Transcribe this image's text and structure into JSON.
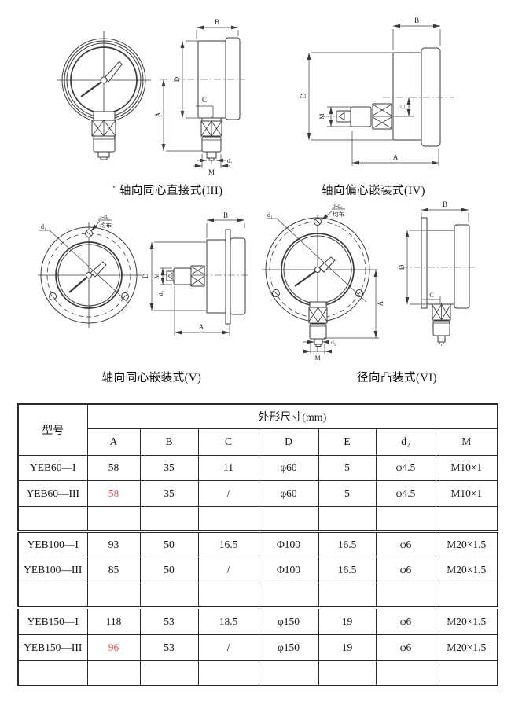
{
  "colors": {
    "line": "#3a3a3a",
    "table_border": "#2a2a2a",
    "highlight_red": "#fa4b4a",
    "background": "#ffffff"
  },
  "drawings": {
    "labels": {
      "A": "A",
      "B": "B",
      "C": "C",
      "D": "D",
      "M": "M",
      "d1": "d₁",
      "d2": "d₂",
      "holes": "3-d₀",
      "evenly": "均布"
    },
    "captions": [
      "` 轴向同心直接式(III)",
      "轴向偏心嵌装式(IV)",
      "轴向同心嵌装式(V)",
      "径向凸装式(VI)"
    ]
  },
  "table": {
    "header": {
      "model": "型号",
      "dims": "外形尺寸(mm)"
    },
    "columns": [
      "A",
      "B",
      "C",
      "D",
      "E",
      "d₂",
      "M"
    ],
    "rows": [
      {
        "model": "YEB60—I",
        "values": [
          "58",
          "35",
          "11",
          "φ60",
          "5",
          "φ4.5",
          "M10×1"
        ]
      },
      {
        "model": "YEB60—III",
        "values": [
          "58",
          "35",
          "/",
          "φ60",
          "5",
          "φ4.5",
          "M10×1"
        ]
      },
      {
        "model": "",
        "values": [
          "",
          "",
          "",
          "",
          "",
          "",
          ""
        ]
      },
      {
        "model": "YEB100—I",
        "values": [
          "93",
          "50",
          "16.5",
          "Φ100",
          "16.5",
          "φ6",
          "M20×1.5"
        ]
      },
      {
        "model": "YEB100—III",
        "values": [
          "85",
          "50",
          "/",
          "Φ100",
          "16.5",
          "φ6",
          "M20×1.5"
        ]
      },
      {
        "model": "",
        "values": [
          "",
          "",
          "",
          "",
          "",
          "",
          ""
        ]
      },
      {
        "model": "YEB150—I",
        "values": [
          "118",
          "53",
          "18.5",
          "φ150",
          "19",
          "φ6",
          "M20×1.5"
        ]
      },
      {
        "model": "YEB150—III",
        "values": [
          "96",
          "53",
          "/",
          "φ150",
          "19",
          "φ6",
          "M20×1.5"
        ]
      },
      {
        "model": "",
        "values": [
          "",
          "",
          "",
          "",
          "",
          "",
          ""
        ]
      }
    ],
    "red_cells": [
      [
        1,
        0
      ],
      [
        7,
        0
      ]
    ]
  }
}
